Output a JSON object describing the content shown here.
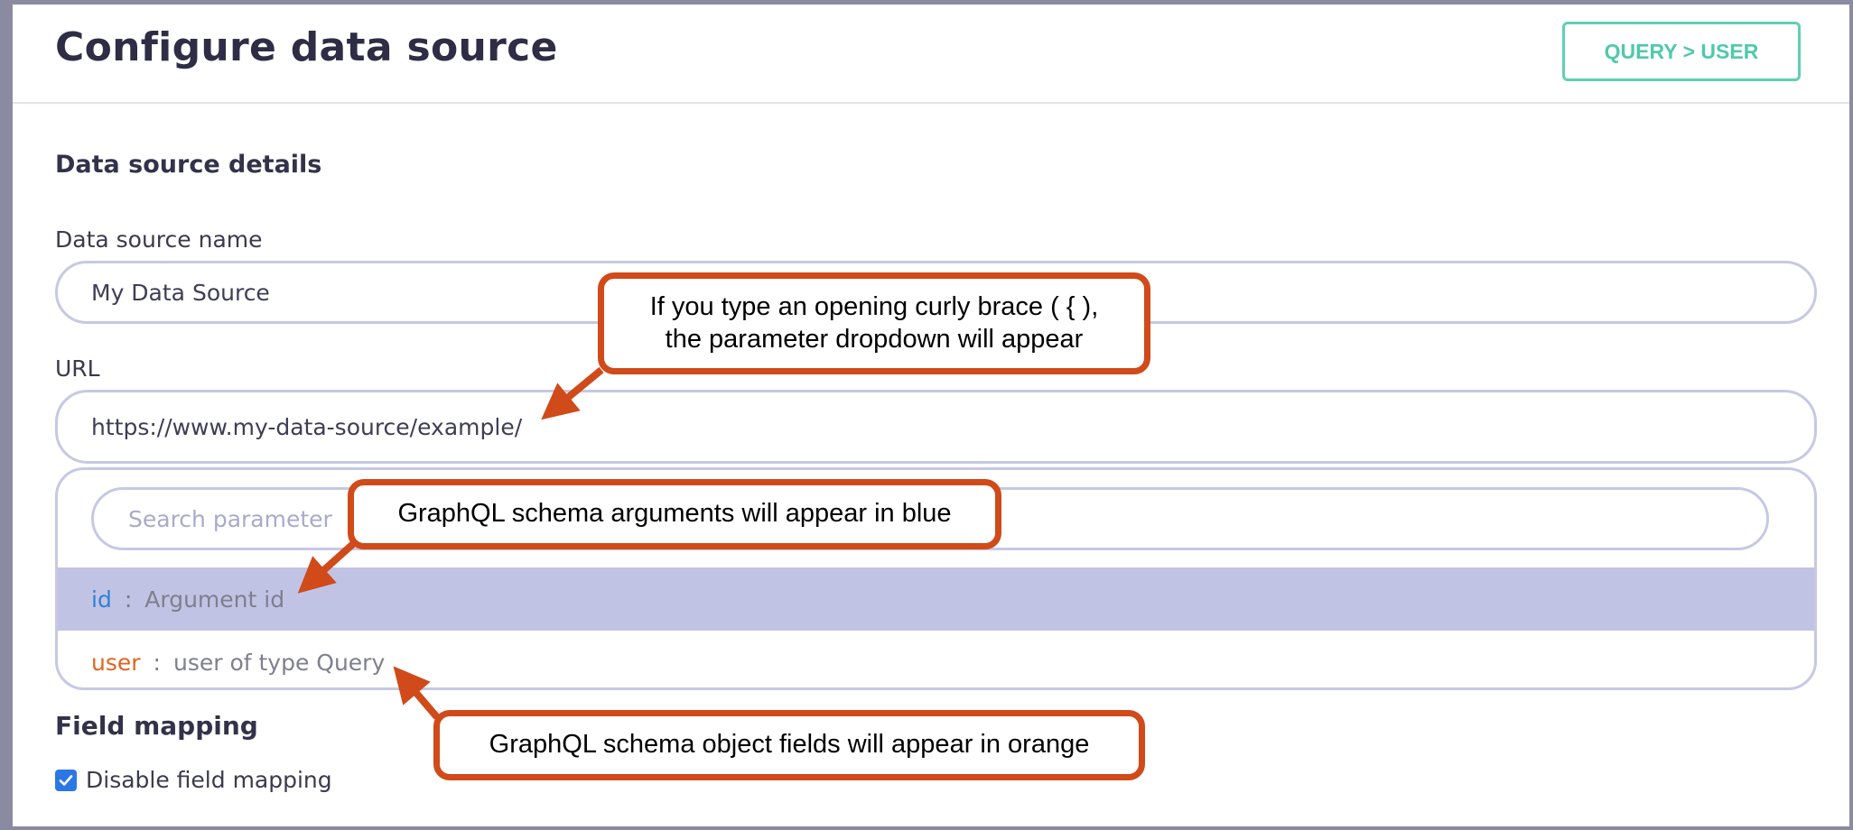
{
  "header": {
    "title": "Configure data source",
    "breadcrumb_button": "QUERY > USER"
  },
  "details": {
    "section_title": "Data source details",
    "name_label": "Data source name",
    "name_value": "My Data Source",
    "url_label": "URL",
    "url_value": "https://www.my-data-source/example/"
  },
  "dropdown": {
    "search_placeholder": "Search parameter",
    "options": [
      {
        "key": "id",
        "separator": ":",
        "description": "Argument id",
        "kind": "argument",
        "color": "#2f82d0",
        "selected": true
      },
      {
        "key": "user",
        "separator": ":",
        "description": "user of type Query",
        "kind": "object-field",
        "color": "#e3641f",
        "selected": false
      }
    ]
  },
  "field_mapping": {
    "section_title": "Field mapping",
    "checkbox_label": "Disable field mapping",
    "checked": true
  },
  "callouts": {
    "curly_brace_line1": "If you type an opening curly brace ( { ),",
    "curly_brace_line2": "the parameter dropdown will appear",
    "arguments": "GraphQL schema arguments will appear in blue",
    "object_fields": "GraphQL schema object fields will appear in orange"
  },
  "colors": {
    "accent": "#4fc9ab",
    "callout_border": "#d04a1a",
    "argument": "#2f82d0",
    "object_field": "#e3641f",
    "selected_row": "#c1c3e5"
  }
}
